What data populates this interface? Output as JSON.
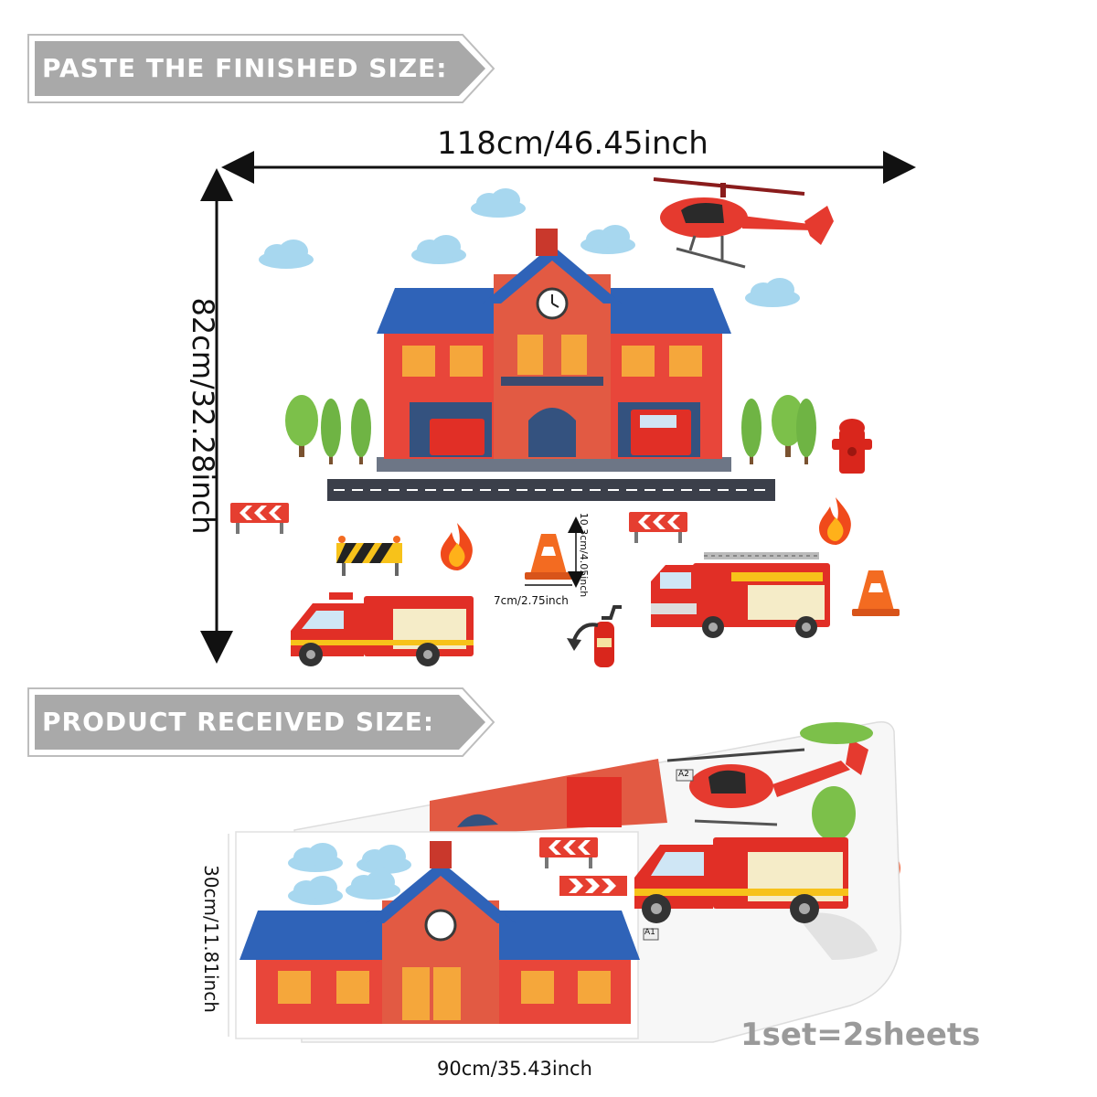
{
  "sections": {
    "finished_label": "PASTE THE FINISHED SIZE:",
    "received_label": "PRODUCT RECEIVED SIZE:"
  },
  "finished": {
    "width_label": "118cm/46.45inch",
    "height_label": "82cm/32.28inch",
    "cone_height_label": "10.3cm/4.05inch",
    "cone_width_label": "7cm/2.75inch"
  },
  "received": {
    "height_label": "30cm/11.81inch",
    "width_label": "90cm/35.43inch",
    "set_note": "1set=2sheets",
    "sheet_tags": [
      "A1",
      "A2"
    ]
  },
  "colors": {
    "banner": "#a9a9a9",
    "banner_border": "#bdbdbd",
    "brick": "#e8463a",
    "roof": "#2f63b8",
    "sky_cloud": "#a7d7ef",
    "tree": "#7cc04a",
    "road": "#3b3f4a",
    "note_text": "#9a9a9a"
  },
  "icons": [
    "helicopter-icon",
    "fire-station-icon",
    "fire-truck-icon",
    "ladder-truck-icon",
    "traffic-cone-icon",
    "flame-icon",
    "fire-hydrant-icon",
    "fire-extinguisher-icon",
    "barrier-icon",
    "cloud-icon",
    "tree-icon"
  ]
}
